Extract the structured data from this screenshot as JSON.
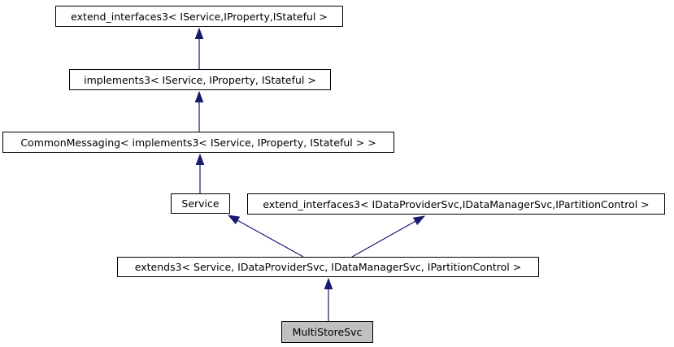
{
  "diagram": {
    "kind": "class-inheritance-graph",
    "colors": {
      "arrow": "#191970",
      "node_border": "#000000",
      "node_fill": "#ffffff",
      "current_node_fill": "#c0c0c0",
      "text": "#000000",
      "background": "#ffffff"
    },
    "nodes": [
      {
        "label": "extend_interfaces3< IService,IProperty,IStateful >"
      },
      {
        "label": "implements3< IService, IProperty, IStateful >"
      },
      {
        "label": "CommonMessaging< implements3< IService, IProperty, IStateful > >"
      },
      {
        "label": "Service"
      },
      {
        "label": "extend_interfaces3< IDataProviderSvc,IDataManagerSvc,IPartitionControl >"
      },
      {
        "label": "extends3< Service, IDataProviderSvc, IDataManagerSvc, IPartitionControl >"
      },
      {
        "label": "MultiStoreSvc",
        "current": true
      }
    ],
    "edges": [
      {
        "from": 1,
        "to": 0,
        "relation": "inherits"
      },
      {
        "from": 2,
        "to": 1,
        "relation": "inherits"
      },
      {
        "from": 3,
        "to": 2,
        "relation": "inherits"
      },
      {
        "from": 5,
        "to": 3,
        "relation": "inherits"
      },
      {
        "from": 5,
        "to": 4,
        "relation": "inherits"
      },
      {
        "from": 6,
        "to": 5,
        "relation": "inherits"
      }
    ]
  }
}
